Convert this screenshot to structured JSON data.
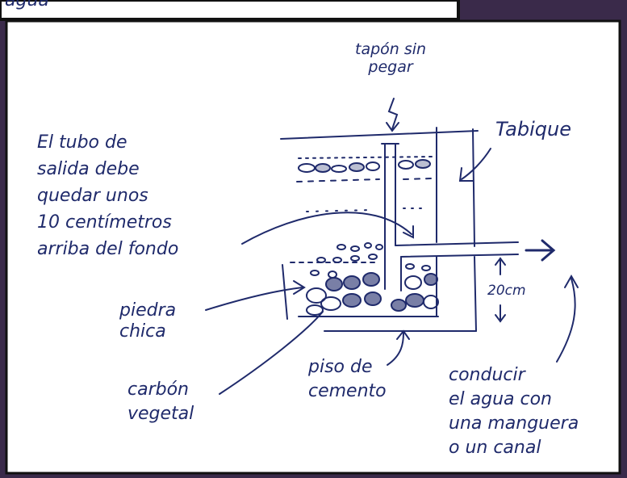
{
  "header_tab": {
    "text": "agua"
  },
  "labels": {
    "tapon": [
      "tapón sin",
      "pegar"
    ],
    "tabique": "Tabique",
    "tubo_note": [
      "El tubo de",
      "salida debe",
      "quedar unos",
      "10 centímetros",
      "arriba del fondo"
    ],
    "piedra": [
      "piedra",
      "chica"
    ],
    "carbon": [
      "carbón",
      "vegetal"
    ],
    "piso": [
      "piso de",
      "cemento"
    ],
    "conducir": [
      "conducir",
      "el agua con",
      "una manguera",
      "o un canal"
    ],
    "dimension": "20cm"
  },
  "colors": {
    "frame": "#3a2a4a",
    "ink": "#1f2a6b",
    "background": "#ffffff"
  }
}
